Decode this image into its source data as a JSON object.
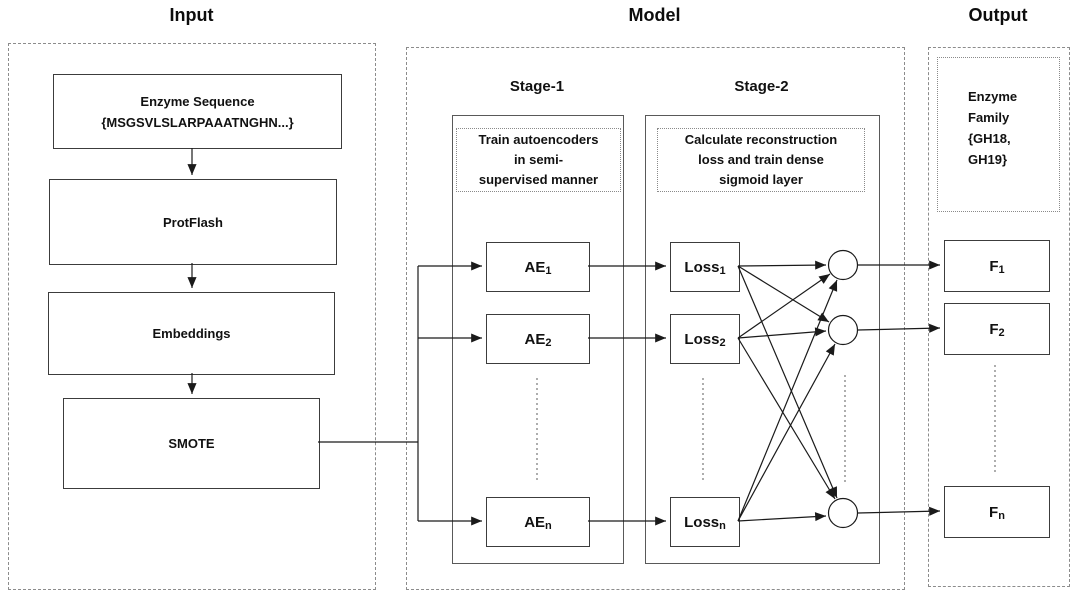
{
  "sections": {
    "input": {
      "title": "Input",
      "nodes": {
        "enzyme_sequence": [
          "Enzyme Sequence",
          "{MSGSVLSLARPAAATNGHN...}"
        ],
        "protflash": "ProtFlash",
        "embeddings": "Embeddings",
        "smote": "SMOTE"
      }
    },
    "model": {
      "title": "Model",
      "stage1": {
        "title": "Stage-1",
        "note_lines": [
          "Train autoencoders",
          "in semi-",
          "supervised manner"
        ],
        "nodes": [
          {
            "main": "AE",
            "sub": "1"
          },
          {
            "main": "AE",
            "sub": "2"
          },
          {
            "main": "AE",
            "sub": "n"
          }
        ]
      },
      "stage2": {
        "title": "Stage-2",
        "note_lines": [
          "Calculate reconstruction",
          "loss and train dense",
          "sigmoid layer"
        ],
        "nodes": [
          {
            "main": "Loss",
            "sub": "1"
          },
          {
            "main": "Loss",
            "sub": "2"
          },
          {
            "main": "Loss",
            "sub": "n"
          }
        ]
      }
    },
    "output": {
      "title": "Output",
      "note_lines": [
        "Enzyme",
        "Family",
        "{GH18,",
        "GH19}"
      ],
      "nodes": [
        {
          "main": "F",
          "sub": "1"
        },
        {
          "main": "F",
          "sub": "2"
        },
        {
          "main": "F",
          "sub": "n"
        }
      ]
    }
  },
  "colors": {
    "background": "#ffffff",
    "box_border": "#3c3c3c",
    "container_border": "#8c8c8c",
    "connector": "#1a1a1a",
    "ellipsis": "#999999",
    "text": "#111111"
  }
}
